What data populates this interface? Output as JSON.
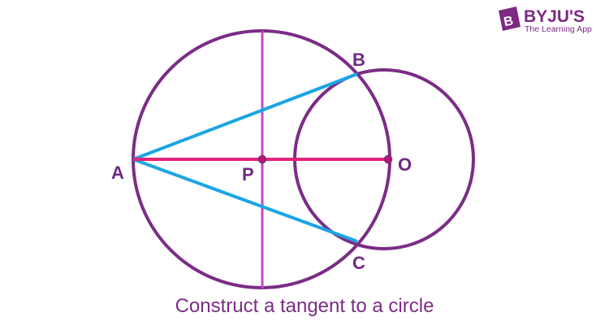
{
  "labels": {
    "A": "A",
    "B": "B",
    "C": "C",
    "P": "P",
    "O": "O"
  },
  "caption": "Construct a tangent to a circle",
  "logo": {
    "brand": "BYJU'S",
    "tagline": "The Learning App",
    "icon_letter": "B"
  },
  "colors": {
    "circle": "#7b2d86",
    "perpendicular": "#c24ac9",
    "diameter": "#e2237a",
    "tangent": "#1aa6e3",
    "label": "#6f2a82",
    "point_fill": "#c0136a",
    "brand": "#7d2a83"
  }
}
